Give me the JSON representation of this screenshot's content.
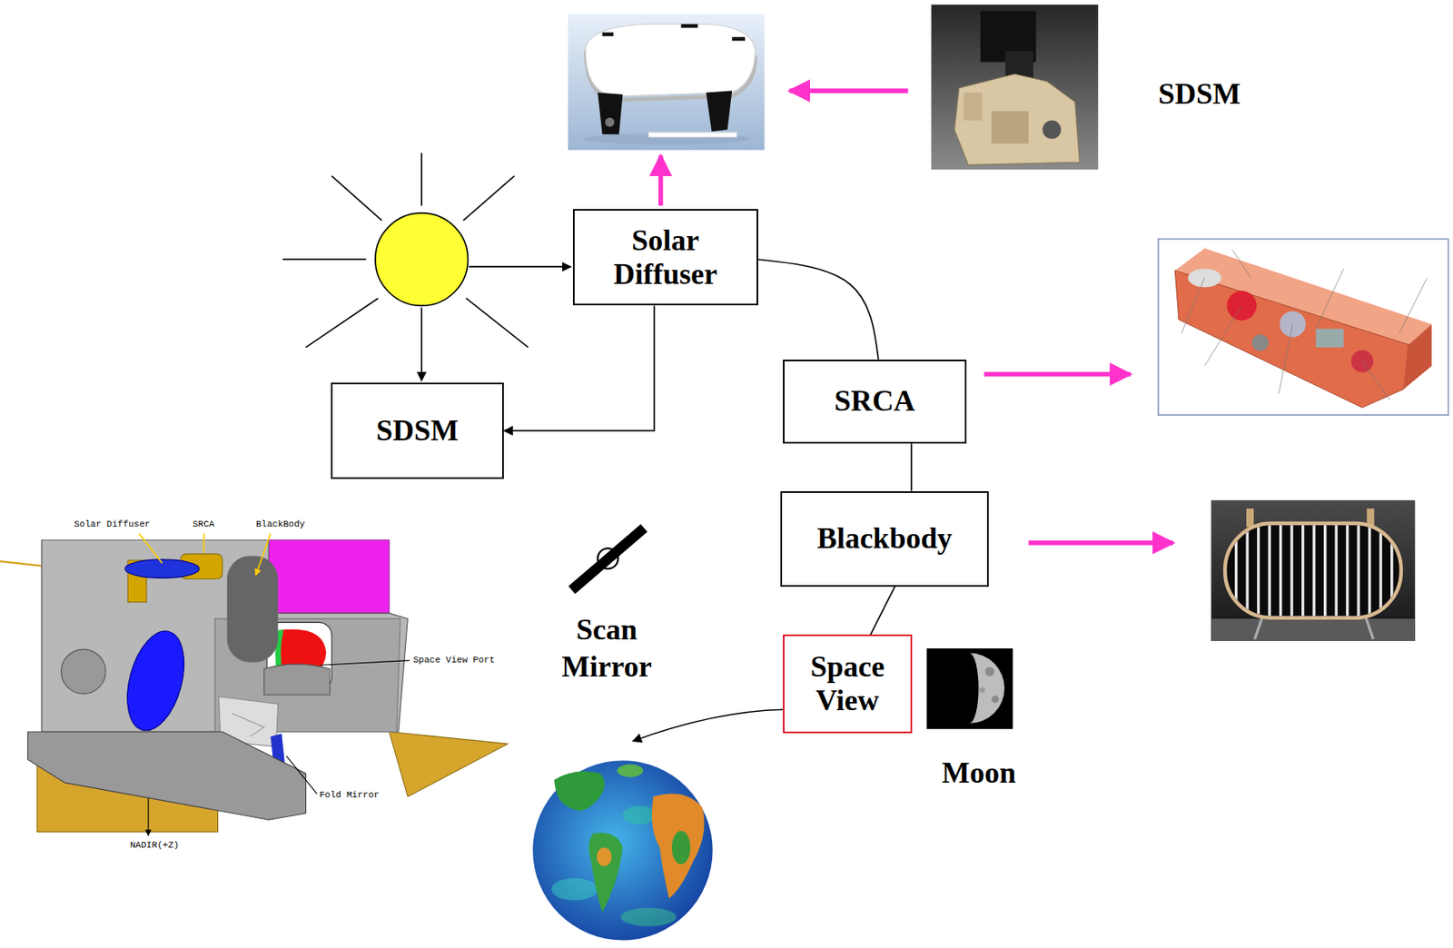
{
  "diagram": {
    "nodes": [
      {
        "text": [
          "Solar Diffuser"
        ]
      },
      {
        "text": [
          "SDSM"
        ]
      },
      {
        "text": [
          "SRCA"
        ]
      },
      {
        "text": [
          "Blackbody"
        ]
      },
      {
        "text": [
          "Space View"
        ]
      }
    ],
    "edges": [
      {
        "from": 0,
        "to": 1,
        "arrow": "to"
      },
      {
        "from": 0,
        "to": 2,
        "arrow": "none"
      },
      {
        "from": 2,
        "to": 3,
        "arrow": "none"
      },
      {
        "from": 3,
        "to": 4,
        "arrow": "none"
      }
    ],
    "labels": [
      "SDSM",
      "Scan Mirror",
      "Moon",
      "Solar Diffuser",
      "SRCA",
      "BlackBody",
      "Space View Port",
      "Fold Mirror",
      "NADIR(+Z)"
    ]
  }
}
